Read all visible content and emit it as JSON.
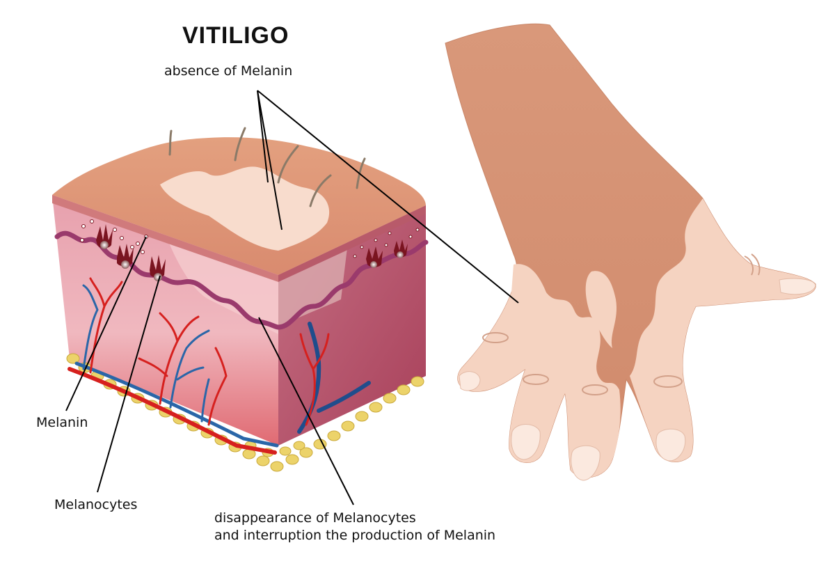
{
  "title": "VITILIGO",
  "labels": {
    "absence": "absence of Melanin",
    "melanin": "Melanin",
    "melanocytes": "Melanocytes",
    "disappearance_line1": "disappearance of Melanocytes",
    "disappearance_line2": "and interruption the production of Melanin"
  },
  "colors": {
    "skin_tan": "#d79b7a",
    "skin_light": "#f6d2c0",
    "dermis_pink": "#e6a3ae",
    "epidermis_purple": "#9a3a6c",
    "vessel_red": "#d6201e",
    "vessel_blue": "#2a66a8",
    "fat_yellow": "#ecd36a",
    "melanocyte": "#7a1420"
  }
}
